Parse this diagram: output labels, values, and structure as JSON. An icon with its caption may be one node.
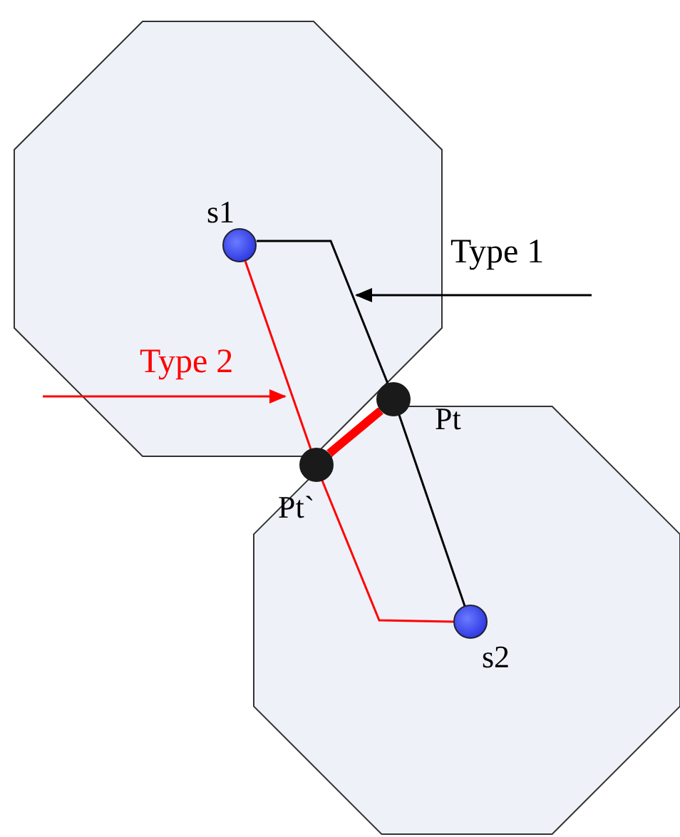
{
  "diagram": {
    "nodes": [
      {
        "text": [],
        "shape": "octagon"
      },
      {
        "text": [],
        "shape": "circle",
        "beside": [
          "s1"
        ],
        "in": 0
      },
      {
        "text": [],
        "shape": "circle",
        "beside": [
          "Pt"
        ]
      },
      {
        "text": [],
        "shape": "circle",
        "beside": [
          "Pt`"
        ]
      },
      {
        "text": [],
        "shape": "octagon"
      },
      {
        "text": [],
        "shape": "circle",
        "beside": [
          "s2"
        ],
        "in": 4
      }
    ],
    "edges": [
      {
        "from": 1,
        "to": 2,
        "arrow": "none",
        "color": "#000000"
      },
      {
        "from": 2,
        "to": 5,
        "arrow": "none",
        "color": "#000000"
      },
      {
        "from": 1,
        "to": 3,
        "arrow": "none",
        "color": "#ff0000"
      },
      {
        "from": 3,
        "to": 5,
        "arrow": "none",
        "color": "#ff0000"
      },
      {
        "from": 2,
        "to": 3,
        "arrow": "none",
        "style": "thick",
        "color": "#ff0000"
      }
    ],
    "labels": [
      "Type 1",
      "Type 2"
    ]
  }
}
